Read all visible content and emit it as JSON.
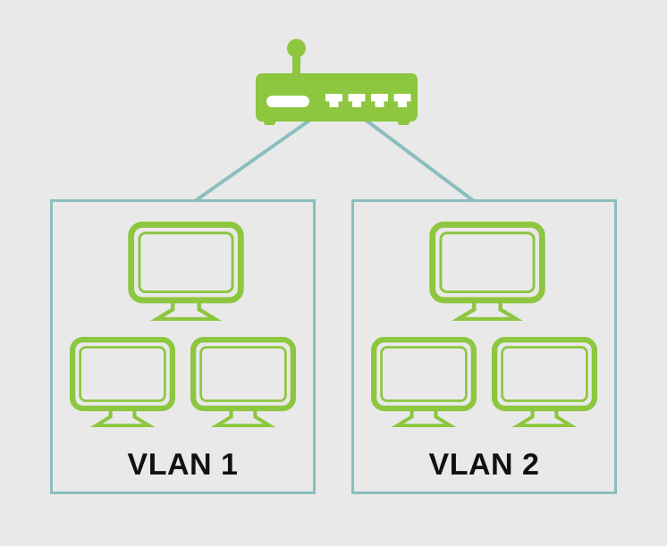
{
  "colors": {
    "background": "#E9E9E9",
    "green": "#8DC63F",
    "teal": "#8BBEBE",
    "label_text": "#111111"
  },
  "router": {
    "icon": "wireless-router-icon",
    "port_count": 4
  },
  "connections": [
    {
      "from": "router",
      "to": "vlan-1"
    },
    {
      "from": "router",
      "to": "vlan-2"
    }
  ],
  "vlans": [
    {
      "label": "VLAN 1",
      "computer_count": 3
    },
    {
      "label": "VLAN 2",
      "computer_count": 3
    }
  ]
}
